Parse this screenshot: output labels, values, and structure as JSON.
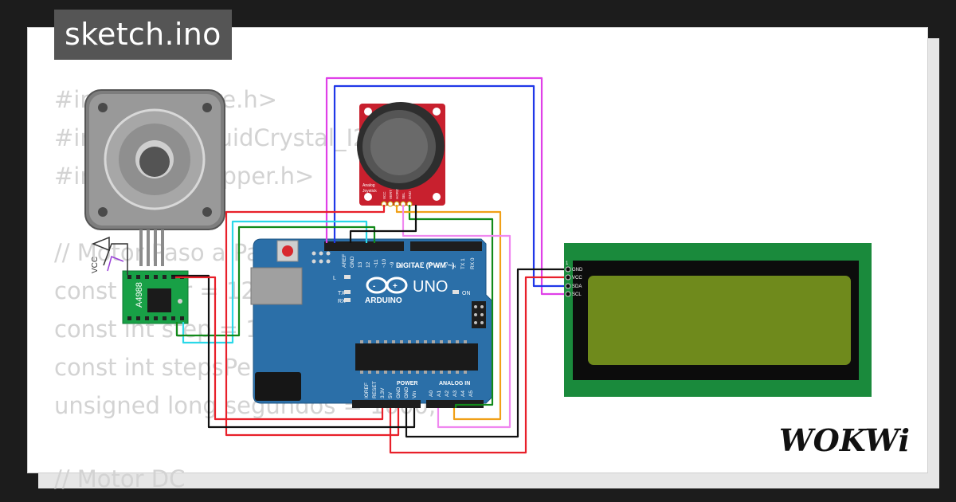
{
  "title": "sketch.ino",
  "code": {
    "lines": [
      "#include <Wire.h>",
      "#include <LiquidCrystal_I2C.h>",
      "#include <Stepper.h>",
      "",
      "// Motor Paso a Paso",
      "const int dir = 12;",
      "const int step = 11;",
      "const int stepsPer",
      "unsigned long segundos = 1000;",
      "",
      "// Motor DC"
    ]
  },
  "driver": {
    "label": "A4988",
    "vcc_label": "VCC"
  },
  "joystick": {
    "line1": "Analog",
    "line2": "Joystick",
    "pins": [
      "VCC",
      "VERT",
      "HORZ",
      "SEL",
      "GND"
    ]
  },
  "arduino": {
    "brand": "ARDUINO",
    "model": "UNO",
    "digital_label": "DIGITAL (PWM ~)",
    "power_label": "POWER",
    "analog_label": "ANALOG IN",
    "on_label": "ON",
    "l_label": "L",
    "tx_label": "TX",
    "rx_label": "RX",
    "top_pins": [
      "AREF",
      "GND",
      "13",
      "12",
      "~11",
      "~10",
      "~9",
      "8",
      "7",
      "~6",
      "~5",
      "4",
      "~3",
      "2",
      "TX 1",
      "RX 0"
    ],
    "power_pins": [
      "IOREF",
      "RESET",
      "3.3V",
      "5V",
      "GND",
      "GND",
      "Vin"
    ],
    "analog_pins": [
      "A0",
      "A1",
      "A2",
      "A3",
      "A4",
      "A5"
    ]
  },
  "lcd": {
    "pin_index": "1",
    "pins": [
      "GND",
      "VCC",
      "SDA",
      "SCL"
    ]
  },
  "brand_logo": "WOKWi",
  "colors": {
    "background": "#1c1c1c",
    "card": "#ffffff",
    "badge": "#555555",
    "arduino_board": "#2b6fa8",
    "lcd_board": "#1a8a3c",
    "lcd_screen": "#6f8a1c",
    "joystick_board": "#c8202e",
    "driver_board": "#18a046",
    "wire_red": "#e8202a",
    "wire_black": "#111111",
    "wire_cyan": "#2ad8e8",
    "wire_blue": "#2038e8",
    "wire_magenta": "#e040e8",
    "wire_green": "#128a1a",
    "wire_orange": "#f0a018",
    "wire_pink": "#f088f0"
  }
}
